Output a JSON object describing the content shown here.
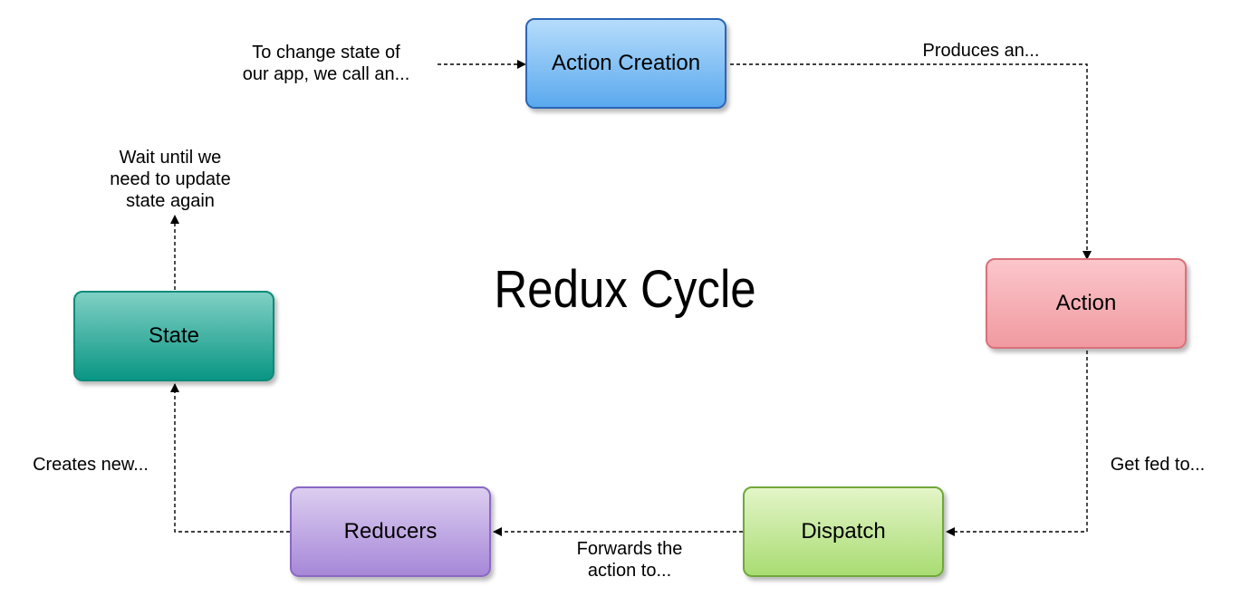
{
  "title": "Redux Cycle",
  "nodes": {
    "action_creation": {
      "label": "Action Creation",
      "fill_top": "#b6dcfb",
      "fill_bottom": "#5aa9ee",
      "border": "#2a66b8"
    },
    "action": {
      "label": "Action",
      "fill_top": "#fbc6cb",
      "fill_bottom": "#f09aa0",
      "border": "#d9707a"
    },
    "dispatch": {
      "label": "Dispatch",
      "fill_top": "#e3f5c8",
      "fill_bottom": "#a9dc72",
      "border": "#6fa83a"
    },
    "reducers": {
      "label": "Reducers",
      "fill_top": "#dccdf0",
      "fill_bottom": "#a688d8",
      "border": "#8a68c4"
    },
    "state": {
      "label": "State",
      "fill_top": "#7fd0c4",
      "fill_bottom": "#0a9684",
      "border": "#0c8a79"
    }
  },
  "labels": {
    "to_change_state": "To change state of\nour app, we call an...",
    "produces": "Produces an...",
    "get_fed": "Get fed to...",
    "forwards": "Forwards the\naction to...",
    "creates_new": "Creates new...",
    "wait_until": "Wait until we\nneed to update\nstate again"
  }
}
